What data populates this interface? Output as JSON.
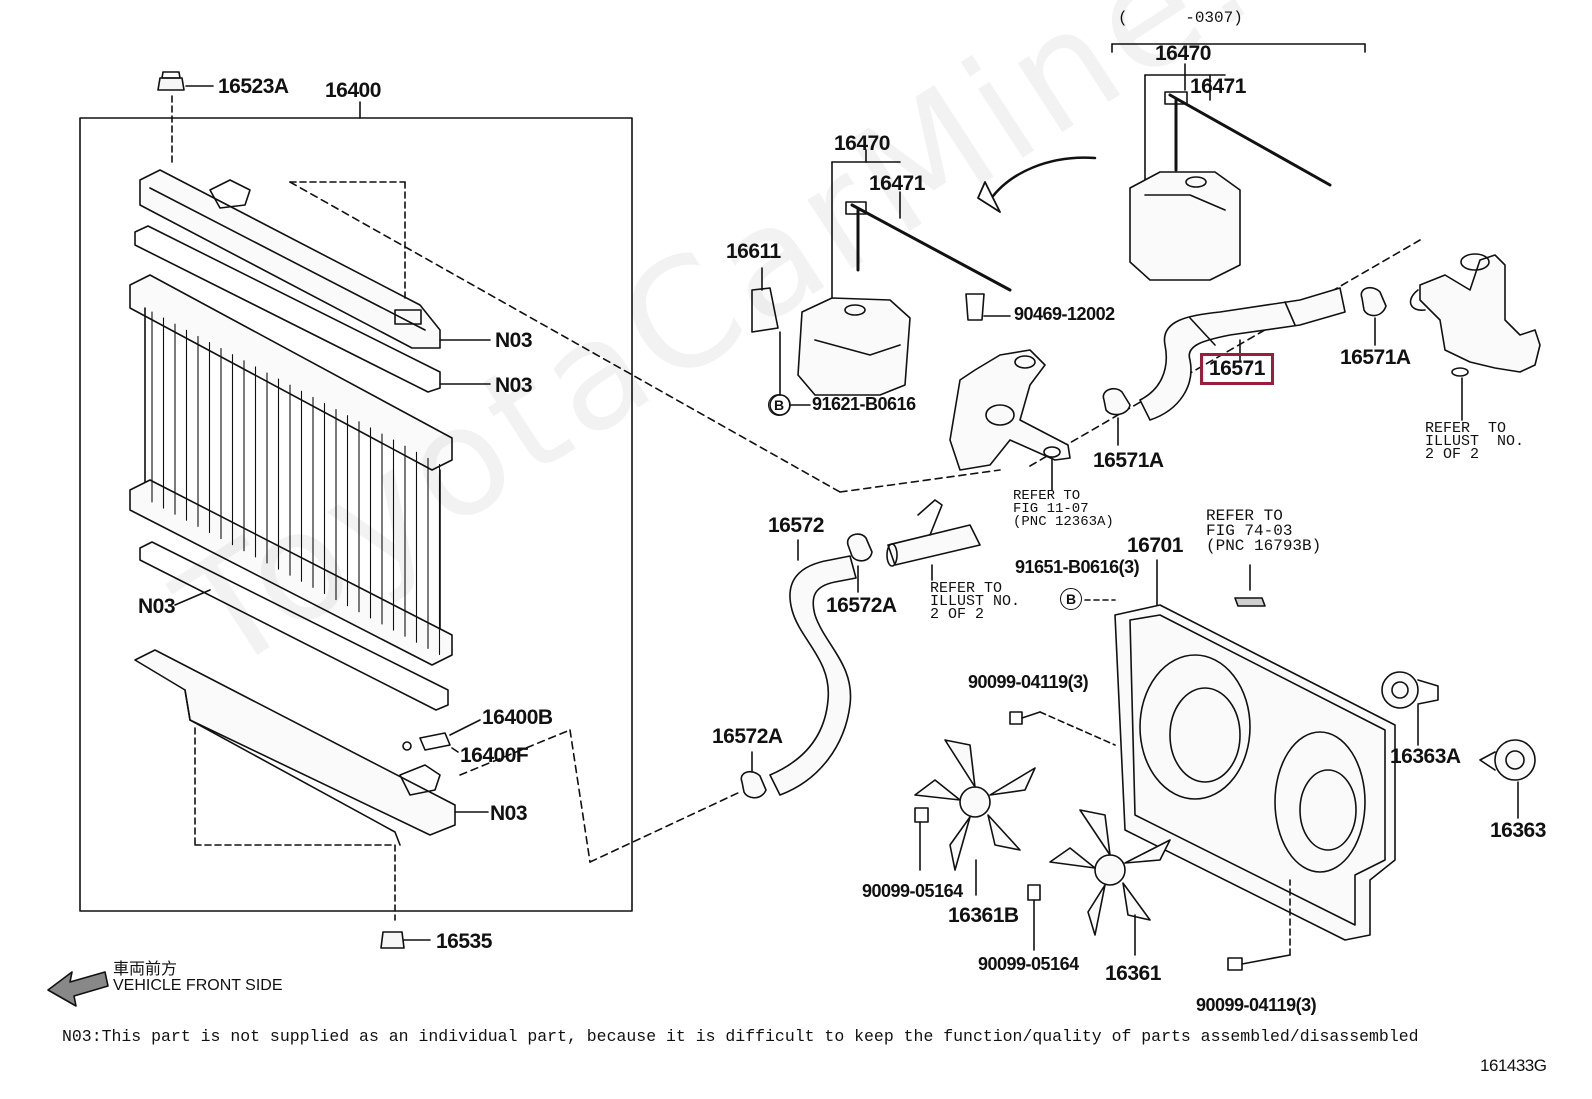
{
  "colors": {
    "highlight": "#9b1c3b",
    "line": "#111111"
  },
  "watermark": "ToyotaCarMine.ru",
  "date_range": "(      -0307)",
  "labels": {
    "p16523A": "16523A",
    "p16400": "16400",
    "n03_a": "N03",
    "n03_b": "N03",
    "n03_c": "N03",
    "n03_d": "N03",
    "p16400B": "16400B",
    "p16400F": "16400F",
    "p16535": "16535",
    "p16470_top": "16470",
    "p16471_top": "16471",
    "p16470_mid": "16470",
    "p16471_mid": "16471",
    "p16611": "16611",
    "p91621": "91621-B0616",
    "p90469": "90469-12002",
    "p16571": "16571",
    "p16571A_right": "16571A",
    "p16571A_left": "16571A",
    "p16572": "16572",
    "p16572A_top": "16572A",
    "p16572A_bottom": "16572A",
    "p16701": "16701",
    "p91651": "91651-B0616(3)",
    "p90099_04119_top": "90099-04119(3)",
    "p90099_05164_left": "90099-05164",
    "p16361B": "16361B",
    "p90099_05164_mid": "90099-05164",
    "p16361": "16361",
    "p90099_04119_bottom": "90099-04119(3)",
    "p16363A": "16363A",
    "p16363": "16363",
    "circle_b": "B"
  },
  "refs": {
    "illust_right": "REFER  TO\nILLUST  NO.\n2 OF 2",
    "fig_11_07": "REFER TO\nFIG 11-07\n(PNC 12363A)",
    "fig_74_03": "REFER TO\nFIG 74-03\n(PNC 16793B)",
    "illust_mid": "REFER TO\nILLUST NO.\n2 OF 2"
  },
  "vehicle_front_jp": "車両前方",
  "vehicle_front": "VEHICLE FRONT SIDE",
  "footnote": "N03:This part is not supplied as an individual part, because it is difficult to keep the function/quality of parts assembled/disassembled",
  "figure_id": "161433G"
}
